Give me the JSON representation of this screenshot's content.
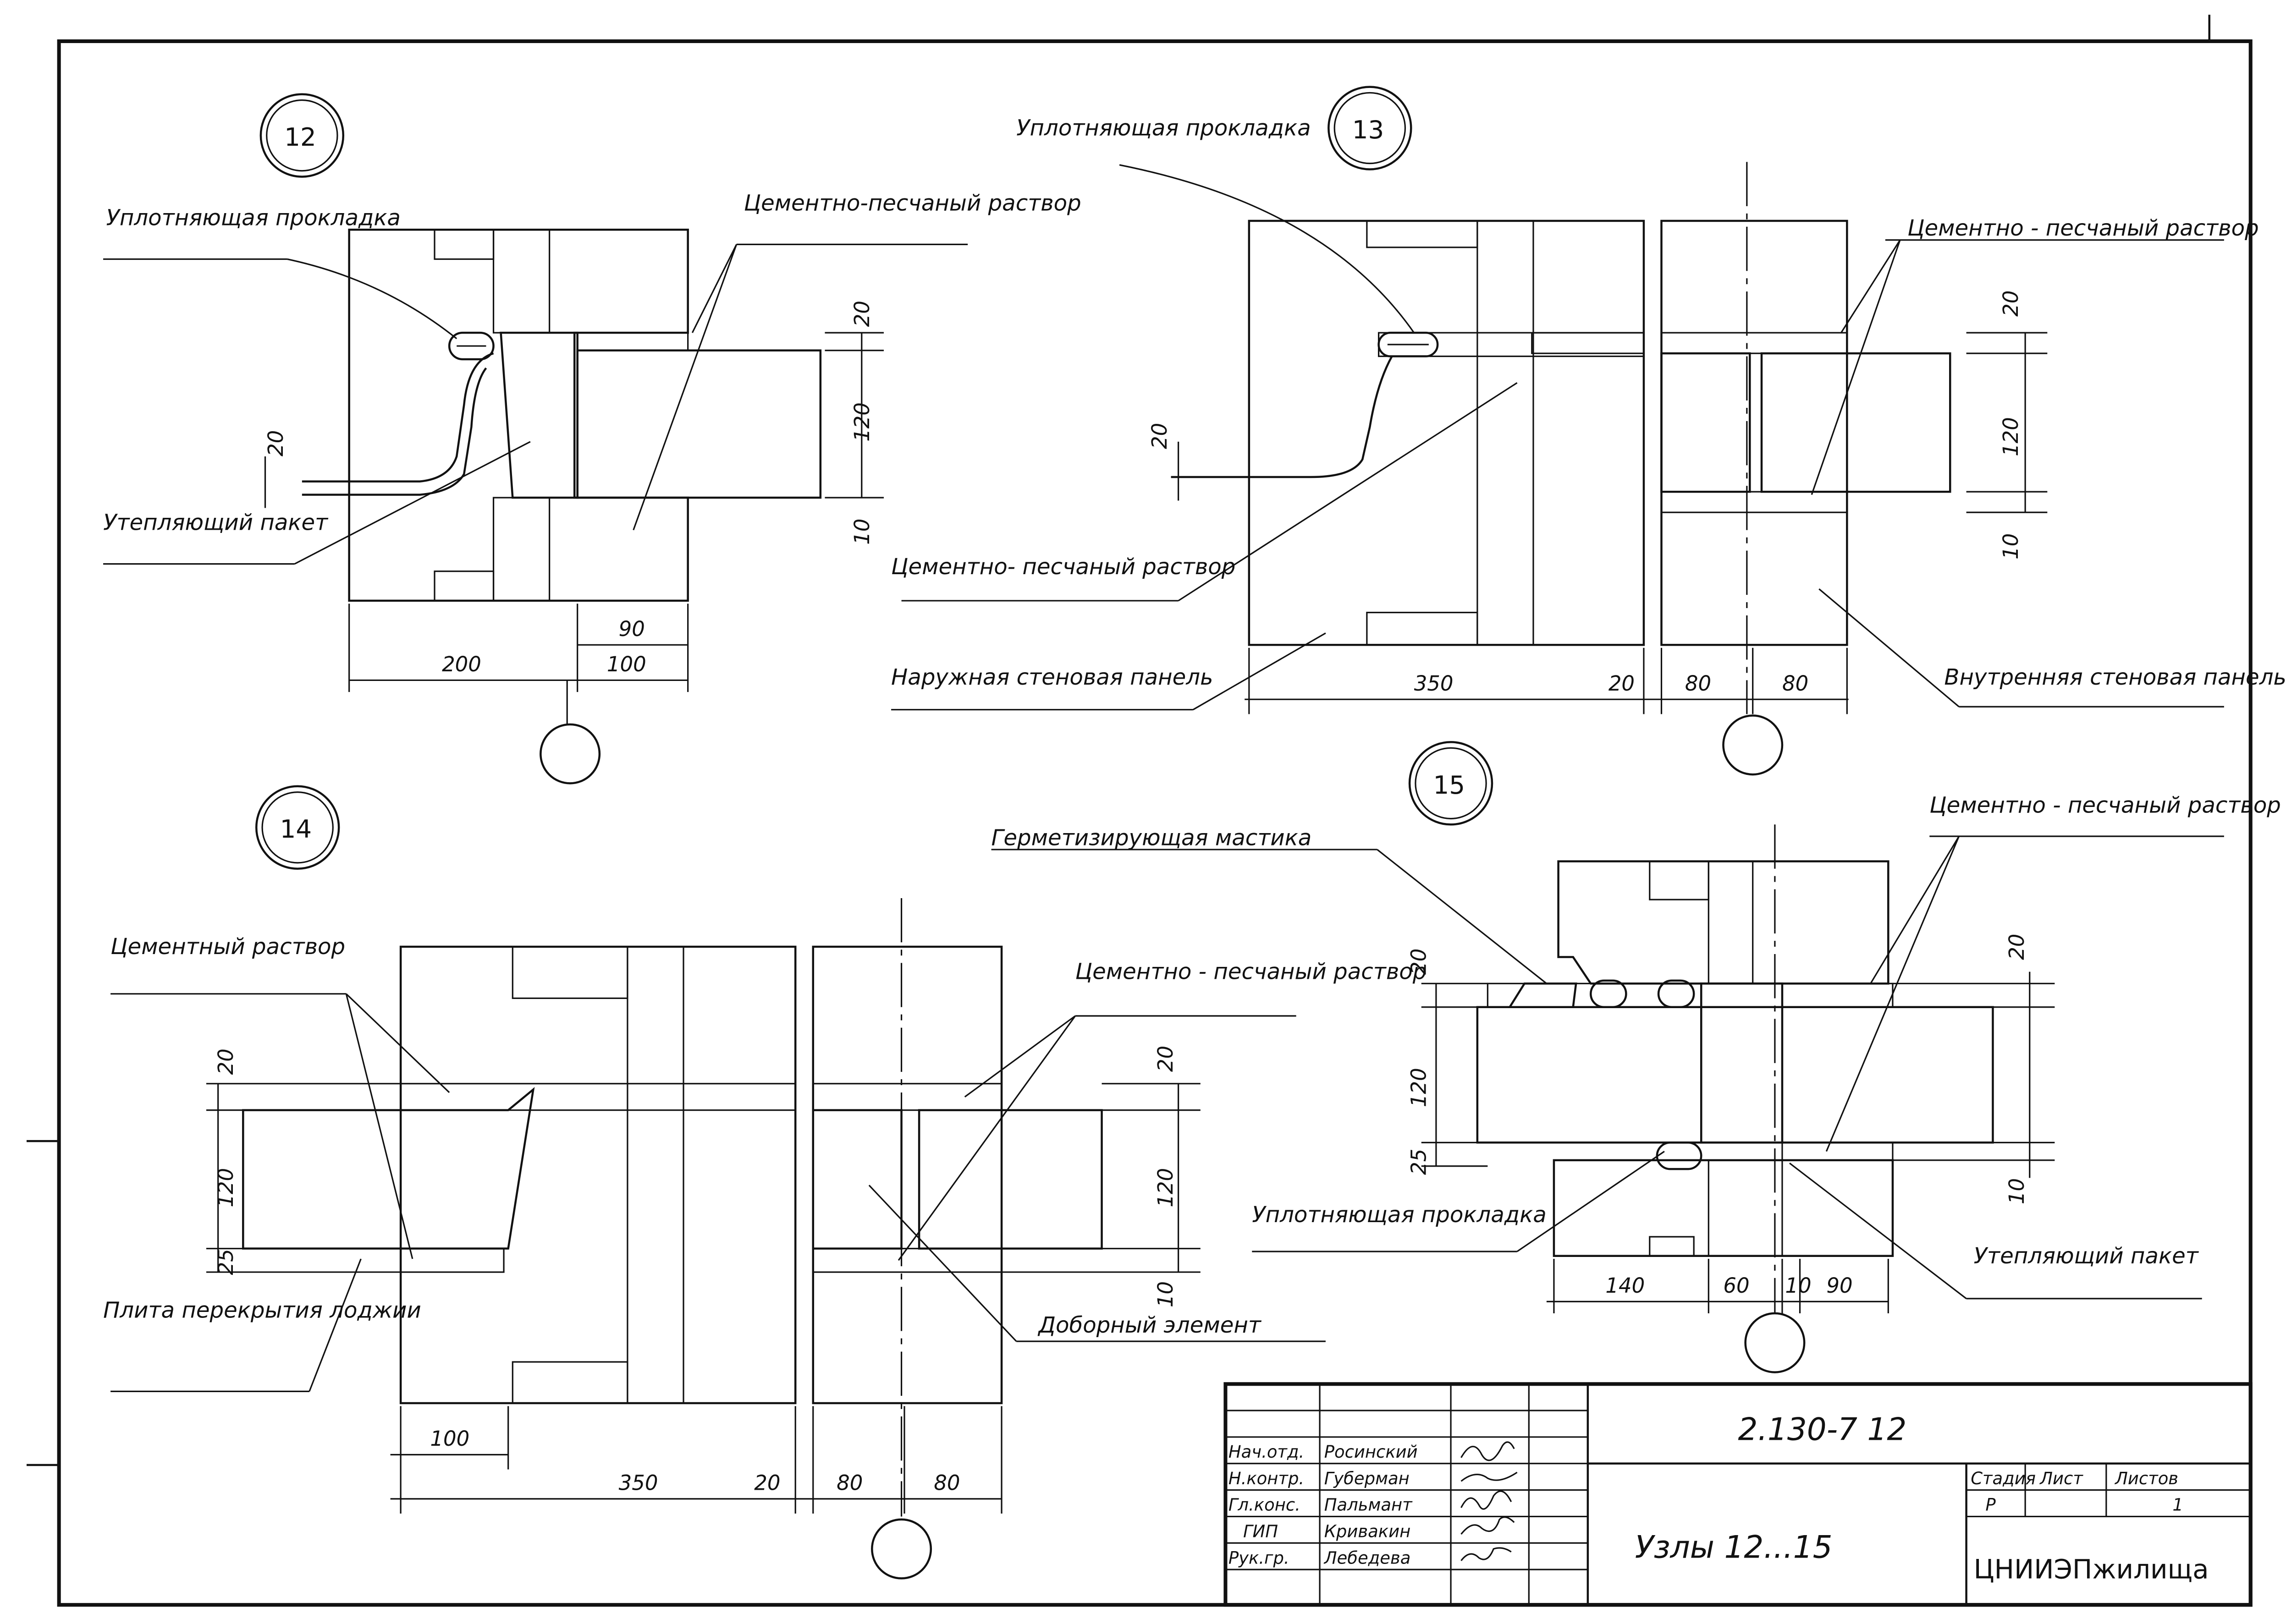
{
  "drawing_code": "2.130-7 12",
  "sheet_title": "Узлы 12...15",
  "organization": "ЦНИИЭПжилища",
  "title_block": {
    "stage_header": "Стадия",
    "sheet_header": "Лист",
    "sheets_header": "Листов",
    "stage": "Р",
    "sheets": "1",
    "signatures": [
      {
        "role": "Нач.отд.",
        "name": "Росинский"
      },
      {
        "role": "Н.контр.",
        "name": "Губерман"
      },
      {
        "role": "Гл.конс.",
        "name": "Пальмант"
      },
      {
        "role": "ГИП",
        "name": "Кривакин"
      },
      {
        "role": "Рук.гр.",
        "name": "Лебедева"
      }
    ]
  },
  "nodes": {
    "n12": {
      "number": "12",
      "labels": {
        "gasket": "Уплотняющая прокладка",
        "mortar": "Цементно-песчаный раствор",
        "insulation": "Утепляющий пакет"
      },
      "dims": {
        "top": "20",
        "mid": "120",
        "bot": "10",
        "left": "20",
        "w1": "90",
        "w2": "200",
        "w3": "100"
      }
    },
    "n13": {
      "number": "13",
      "labels": {
        "gasket": "Уплотняющая прокладка",
        "mortar_right": "Цементно - песчаный раствор",
        "mortar_left": "Цементно- песчаный раствор",
        "outer_panel": "Наружная стеновая панель",
        "inner_panel": "Внутренняя стеновая панель"
      },
      "dims": {
        "top": "20",
        "mid": "120",
        "bot": "10",
        "left": "20",
        "w1": "350",
        "w2": "20",
        "w3": "80",
        "w4": "80"
      }
    },
    "n14": {
      "number": "14",
      "labels": {
        "cement_mortar": "Цементный раствор",
        "mortar": "Цементно - песчаный раствор",
        "slab": "Плита перекрытия лоджии",
        "extra": "Доборный элемент"
      },
      "dims": {
        "l_top": "20",
        "l_mid": "120",
        "l_bot": "25",
        "r_top": "20",
        "r_mid": "120",
        "r_bot": "10",
        "w1": "100",
        "w2": "350",
        "w3": "20",
        "w4": "80",
        "w5": "80"
      }
    },
    "n15": {
      "number": "15",
      "labels": {
        "mastic": "Герметизирующая мастика",
        "mortar": "Цементно - песчаный раствор",
        "gasket": "Уплотняющая прокладка",
        "insulation": "Утепляющий пакет"
      },
      "dims": {
        "l_top": "20",
        "l_mid": "120",
        "l_bot": "25",
        "r_top": "20",
        "r_bot": "10",
        "w1": "140",
        "w2": "60",
        "w3": "10",
        "w4": "90"
      }
    }
  }
}
